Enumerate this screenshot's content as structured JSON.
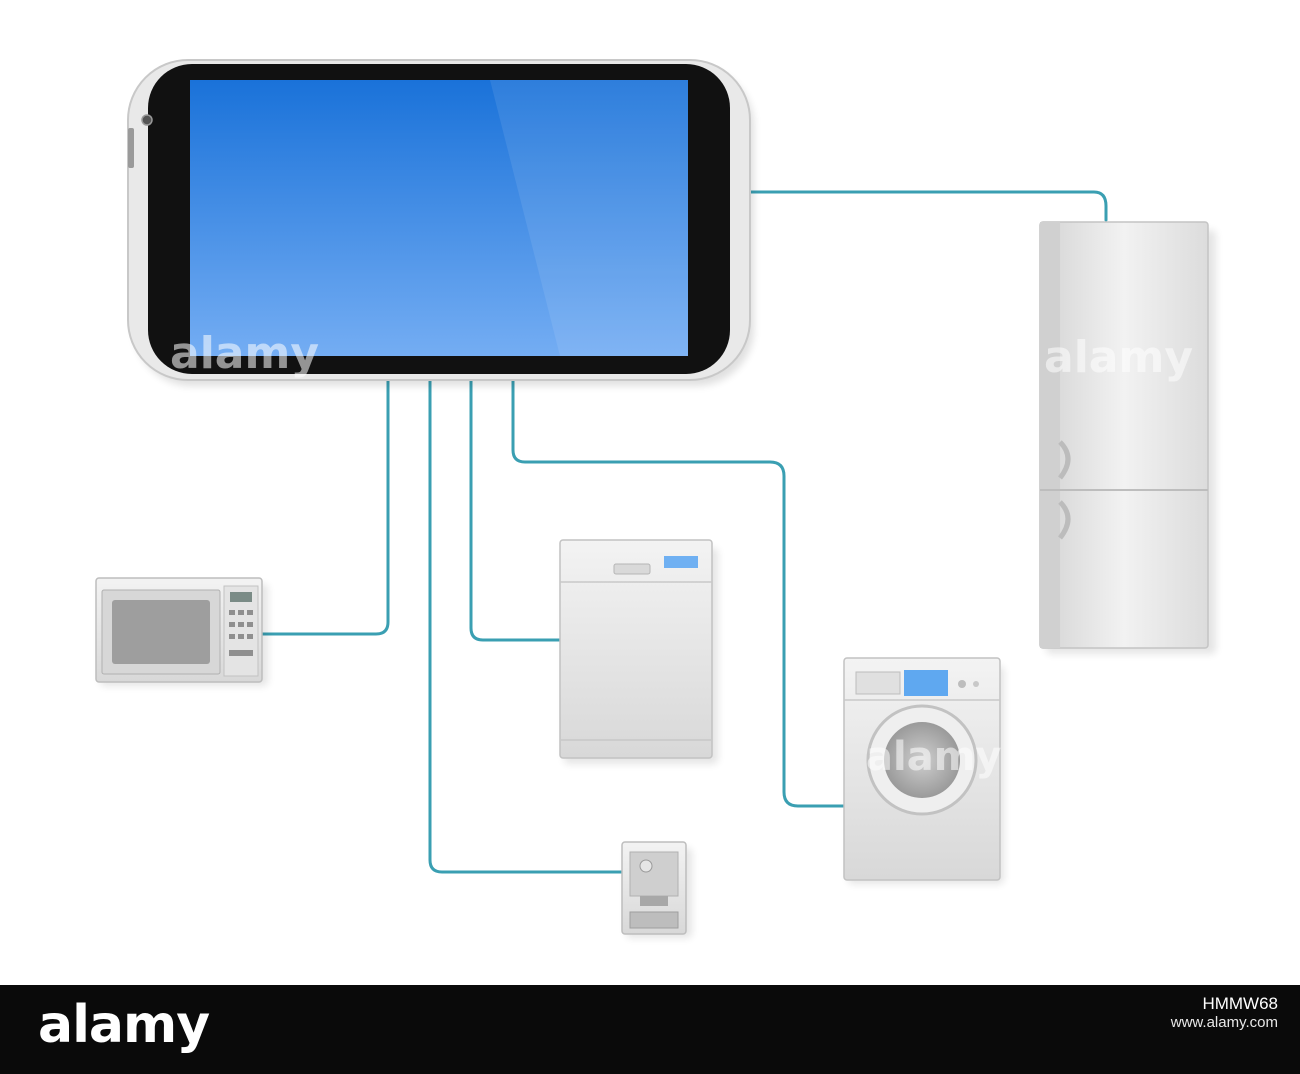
{
  "watermark": {
    "brand": "alamy"
  },
  "footer": {
    "logo": "alamy",
    "image_id": "HMMW68",
    "site": "www.alamy.com"
  },
  "colors": {
    "cable": "#3a9fb2",
    "screen_top": "#1a72d9",
    "screen_bottom": "#74adf3",
    "appliance": "#e6e6e6",
    "footer_bg": "#0a0a0a"
  }
}
